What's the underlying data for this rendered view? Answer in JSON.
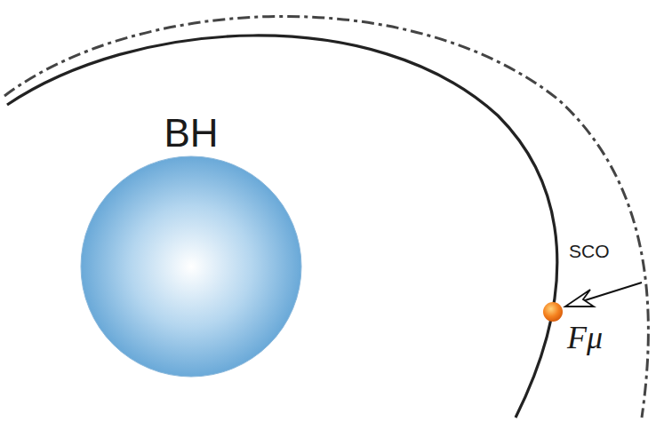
{
  "diagram": {
    "nodes": [
      {
        "text": [
          "BH"
        ]
      }
    ],
    "labels": [
      "SCO",
      "Fμ"
    ]
  }
}
